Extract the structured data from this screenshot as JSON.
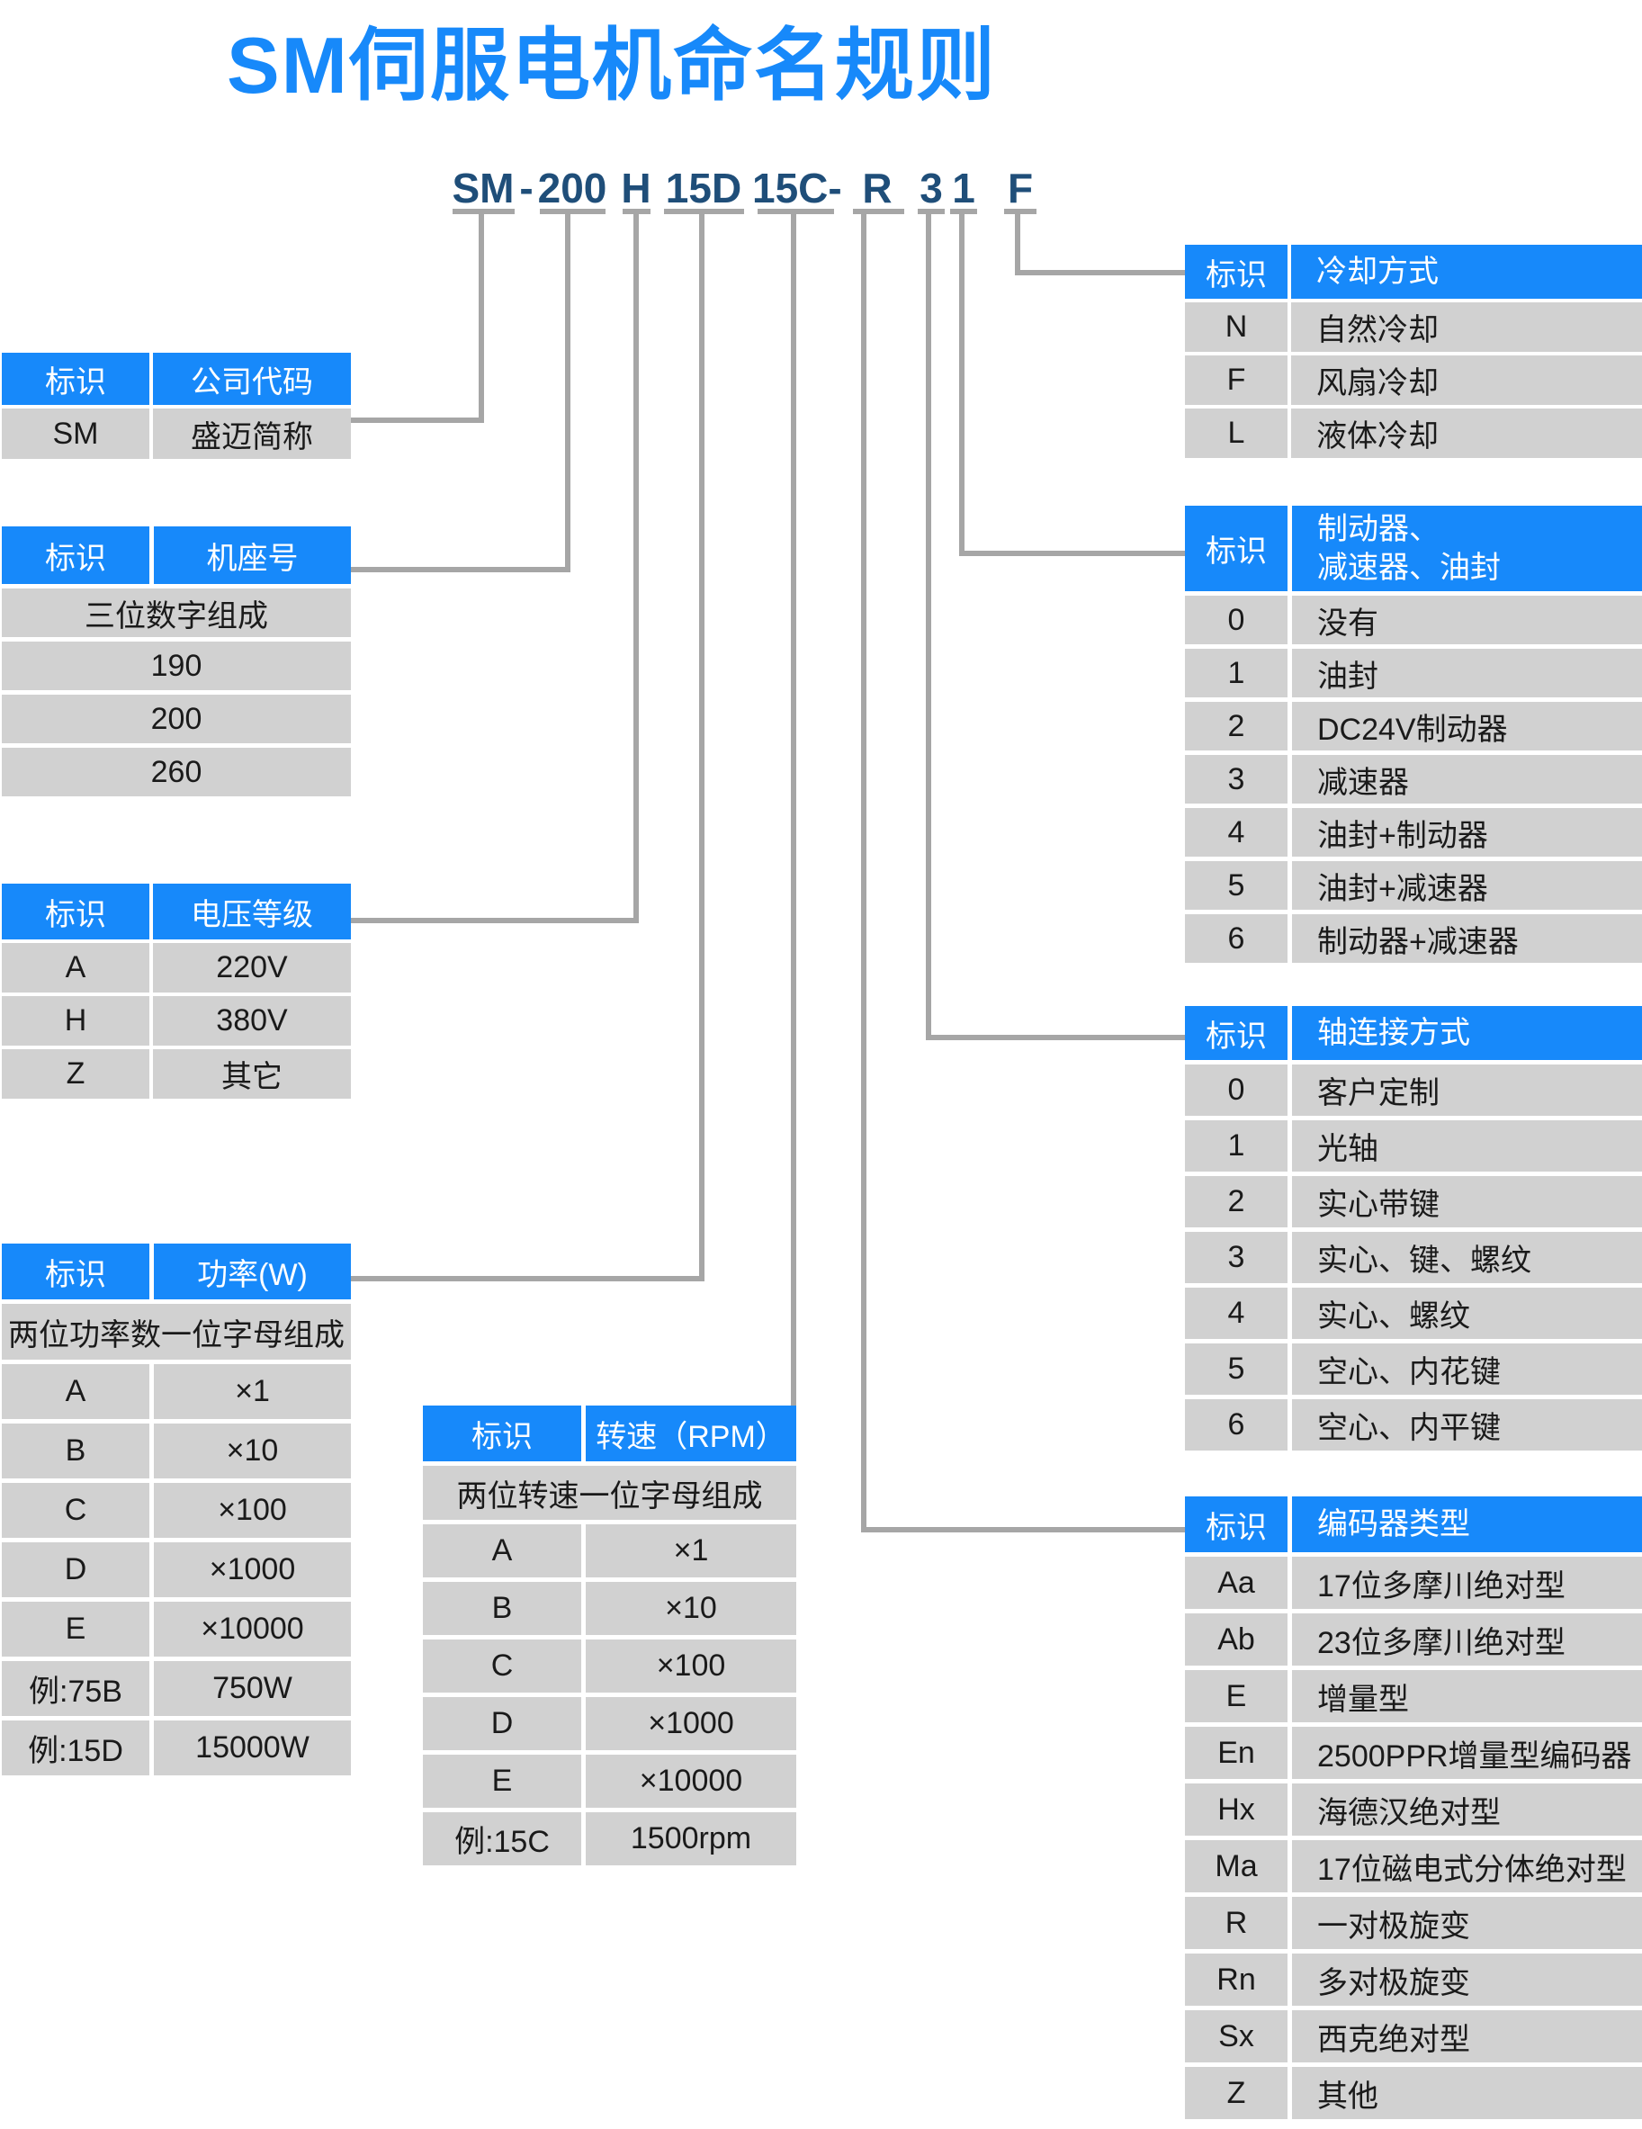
{
  "title": "SM伺服电机命名规则",
  "model": {
    "tokens": [
      "SM",
      "-",
      "200",
      "H",
      "15D",
      "15C-",
      "R",
      "3",
      "1",
      "F"
    ]
  },
  "colors": {
    "accent_blue": "#1789fa",
    "model_navy": "#1f4e79",
    "cell_gray": "#d1d1d1",
    "connector_gray": "#a6a6a6"
  },
  "tables": [
    {
      "label": "company-code",
      "headers": [
        "标识",
        "公司代码"
      ],
      "rows": [
        {
          "c": [
            "SM",
            "盛迈简称"
          ]
        }
      ]
    },
    {
      "label": "frame-size",
      "headers": [
        "标识",
        "机座号"
      ],
      "rows": [
        {
          "span": "三位数字组成"
        },
        {
          "span": "190"
        },
        {
          "span": "200"
        },
        {
          "span": "260"
        }
      ]
    },
    {
      "label": "voltage-class",
      "headers": [
        "标识",
        "电压等级"
      ],
      "rows": [
        {
          "c": [
            "A",
            "220V"
          ]
        },
        {
          "c": [
            "H",
            "380V"
          ]
        },
        {
          "c": [
            "Z",
            "其它"
          ]
        }
      ]
    },
    {
      "label": "power-w",
      "headers": [
        "标识",
        "功率(W)"
      ],
      "rows": [
        {
          "span": "两位功率数一位字母组成",
          "h": 62
        },
        {
          "c": [
            "A",
            "×1"
          ]
        },
        {
          "c": [
            "B",
            "×10"
          ]
        },
        {
          "c": [
            "C",
            "×100"
          ]
        },
        {
          "c": [
            "D",
            "×1000"
          ]
        },
        {
          "c": [
            "E",
            "×10000"
          ]
        },
        {
          "c": [
            "例:75B",
            "750W"
          ]
        },
        {
          "c": [
            "例:15D",
            "15000W"
          ]
        }
      ]
    },
    {
      "label": "speed-rpm",
      "headers": [
        "标识",
        "转速（RPM）"
      ],
      "rows": [
        {
          "span": "两位转速一位字母组成",
          "h": 60
        },
        {
          "c": [
            "A",
            "×1"
          ]
        },
        {
          "c": [
            "B",
            "×10"
          ]
        },
        {
          "c": [
            "C",
            "×100"
          ]
        },
        {
          "c": [
            "D",
            "×1000"
          ]
        },
        {
          "c": [
            "E",
            "×10000"
          ]
        },
        {
          "c": [
            "例:15C",
            "1500rpm"
          ]
        }
      ]
    },
    {
      "label": "cooling-method",
      "headers": [
        "标识",
        "冷却方式"
      ],
      "rows": [
        {
          "c": [
            "N",
            "自然冷却"
          ]
        },
        {
          "c": [
            "F",
            "风扇冷却"
          ]
        },
        {
          "c": [
            "L",
            "液体冷却"
          ]
        }
      ]
    },
    {
      "label": "brake-reducer-oilseal",
      "headers": [
        "标识",
        "制动器、\n减速器、油封"
      ],
      "rows": [
        {
          "c": [
            "0",
            "没有"
          ]
        },
        {
          "c": [
            "1",
            "油封"
          ]
        },
        {
          "c": [
            "2",
            "DC24V制动器"
          ]
        },
        {
          "c": [
            "3",
            "减速器"
          ]
        },
        {
          "c": [
            "4",
            "油封+制动器"
          ]
        },
        {
          "c": [
            "5",
            "油封+减速器"
          ]
        },
        {
          "c": [
            "6",
            "制动器+减速器"
          ]
        }
      ]
    },
    {
      "label": "shaft-connection",
      "headers": [
        "标识",
        "轴连接方式"
      ],
      "rows": [
        {
          "c": [
            "0",
            "客户定制"
          ]
        },
        {
          "c": [
            "1",
            "光轴"
          ]
        },
        {
          "c": [
            "2",
            "实心带键"
          ]
        },
        {
          "c": [
            "3",
            "实心、键、螺纹"
          ]
        },
        {
          "c": [
            "4",
            "实心、螺纹"
          ]
        },
        {
          "c": [
            "5",
            "空心、内花键"
          ]
        },
        {
          "c": [
            "6",
            "空心、内平键"
          ]
        }
      ]
    },
    {
      "label": "encoder-type",
      "headers": [
        "标识",
        "编码器类型"
      ],
      "rows": [
        {
          "c": [
            "Aa",
            "17位多摩川绝对型"
          ]
        },
        {
          "c": [
            "Ab",
            "23位多摩川绝对型"
          ]
        },
        {
          "c": [
            "E",
            "增量型"
          ]
        },
        {
          "c": [
            "En",
            "2500PPR增量型编码器"
          ]
        },
        {
          "c": [
            "Hx",
            "海德汉绝对型"
          ]
        },
        {
          "c": [
            "Ma",
            "17位磁电式分体绝对型"
          ]
        },
        {
          "c": [
            "R",
            "一对极旋变"
          ]
        },
        {
          "c": [
            "Rn",
            "多对极旋变"
          ]
        },
        {
          "c": [
            "Sx",
            "西克绝对型"
          ]
        },
        {
          "c": [
            "Z",
            "其他"
          ]
        }
      ]
    }
  ]
}
